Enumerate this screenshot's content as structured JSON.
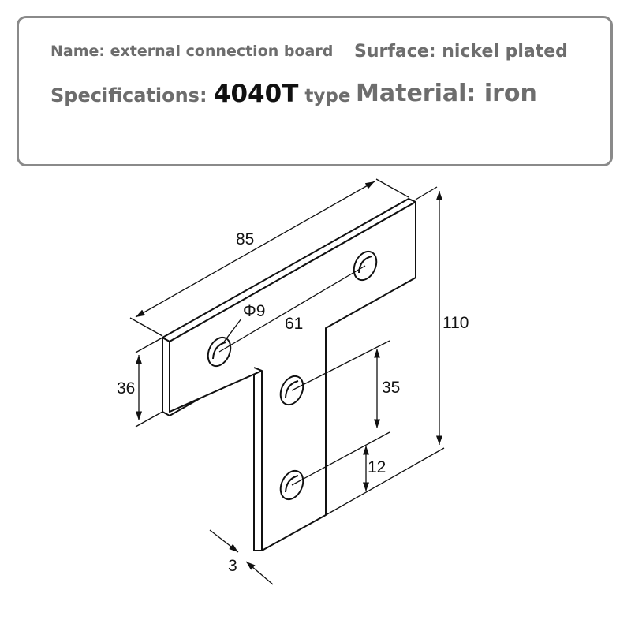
{
  "info": {
    "name": "Name: external connection board",
    "surface": "Surface: nickel plated",
    "spec_prefix": "Specifications: ",
    "spec_value": "4040T",
    "spec_suffix": " type",
    "material": "Material: iron"
  },
  "dimensions": {
    "width_top": "85",
    "hole_diameter": "Φ9",
    "hole_spacing_top": "61",
    "total_height": "110",
    "arm_height": "36",
    "hole_spacing_stem": "35",
    "edge_offset": "12",
    "thickness": "3"
  }
}
